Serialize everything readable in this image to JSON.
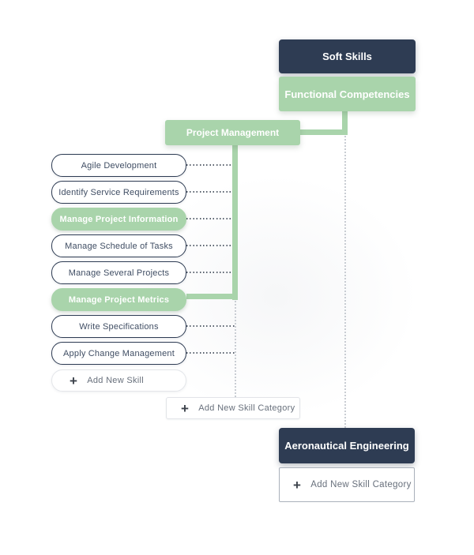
{
  "colors": {
    "navy": "#2e3c53",
    "green": "#a9d4ab",
    "dashed_line_gray": "#c9cdd3",
    "dotted_line_dark": "#59626e",
    "pill_text": "#3f4d63"
  },
  "icons": {
    "plus": "+"
  },
  "nodes": {
    "root": {
      "label": "Soft Skills"
    },
    "category": {
      "label": "Functional Competencies"
    },
    "subcategory": {
      "label": "Project Management"
    },
    "other_root": {
      "label": "Aeronautical Engineering"
    }
  },
  "skills": [
    {
      "label": "Agile Development",
      "selected": false
    },
    {
      "label": "Identify Service Requirements",
      "selected": false
    },
    {
      "label": "Manage Project Information",
      "selected": true
    },
    {
      "label": "Manage Schedule of Tasks",
      "selected": false
    },
    {
      "label": "Manage Several Projects",
      "selected": false
    },
    {
      "label": "Manage Project Metrics",
      "selected": true
    },
    {
      "label": "Write Specifications",
      "selected": false
    },
    {
      "label": "Apply Change Management",
      "selected": false
    }
  ],
  "buttons": {
    "add_skill": {
      "label": "Add New Skill"
    },
    "add_category_mid": {
      "label": "Add New Skill Category"
    },
    "add_category_bottom": {
      "label": "Add New Skill Category"
    }
  }
}
